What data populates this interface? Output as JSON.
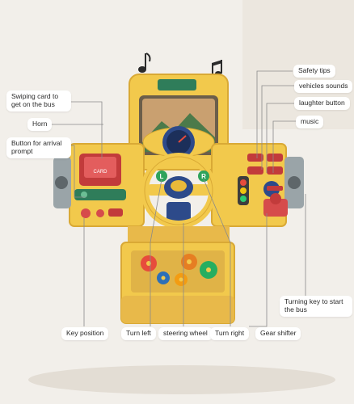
{
  "labels": {
    "swiping_card": "Swiping card to get on the bus",
    "horn": "Horn",
    "arrival_prompt": "Button for arrival prompt",
    "key_position": "Key position",
    "turn_left": "Turn left",
    "steering_wheel": "steering wheel",
    "turn_right": "Turn right",
    "gear_shifter": "Gear shifter",
    "safety_tips": "Safety tips",
    "vehicles_sounds": "vehicles sounds",
    "laughter_button": "laughter button",
    "music": "music",
    "turning_key": "Turning key to start the bus"
  },
  "toy": {
    "card_text": "CARD",
    "left_indicator": "L",
    "right_indicator": "R"
  },
  "colors": {
    "background": "#f2efea",
    "toy_yellow": "#f2c94c",
    "toy_dark_yellow": "#d9a935",
    "leader_line": "#8a8a8a"
  }
}
